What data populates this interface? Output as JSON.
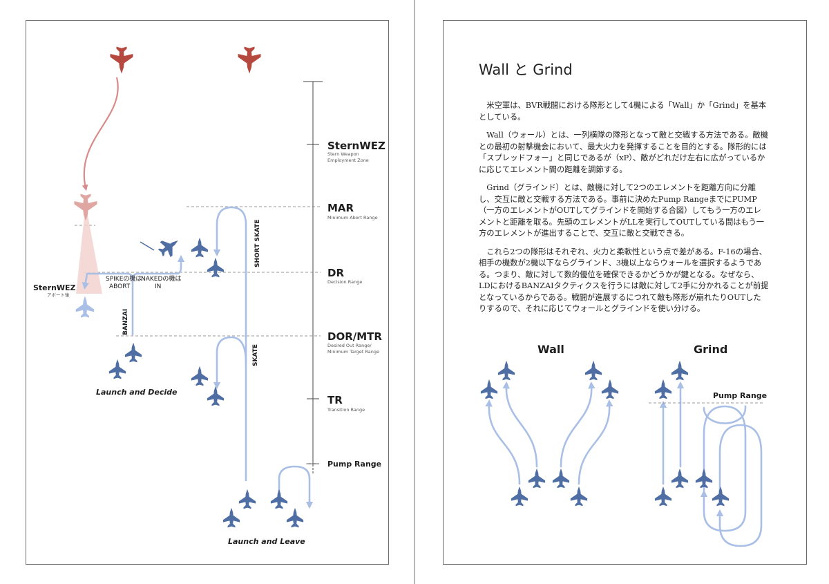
{
  "left_page": {
    "ranges": [
      {
        "name": "SternWEZ",
        "desc": "Stern Weapon\nEmployment Zone"
      },
      {
        "name": "MAR",
        "desc": "Minimum Abort Range"
      },
      {
        "name": "DR",
        "desc": "Decision Range"
      },
      {
        "name": "DOR/MTR",
        "desc": "Desired Out Range/\nMinimum Target Range"
      },
      {
        "name": "TR",
        "desc": "Transition Range"
      },
      {
        "name": "Pump Range",
        "desc": ""
      }
    ],
    "stern_wez_side": {
      "label": "SternWEZ",
      "sub": "アボート後"
    },
    "spike_label": "SPIKEの機は\nABORT",
    "naked_label": "NAKEDの機は\nIN",
    "banzai_label": "BANZAI",
    "short_skate_label": "SHORT SKATE",
    "skate_label": "SKATE",
    "launch_and_decide": "Launch and Decide",
    "launch_and_leave": "Launch and Leave"
  },
  "right_page": {
    "title": "Wall と Grind",
    "paragraphs": [
      "米空軍は、BVR戦闘における隊形として4機による「Wall」か「Grind」を基本としている。",
      "Wall（ウォール）とは、一列横隊の隊形となって敵と交戦する方法である。敵機との最初の射撃機会において、最大火力を発揮することを目的とする。隊形的には「スプレッドフォー」と同じであるが（xP）、敵がどれだけ左右に広がっているかに応じてエレメント間の距離を調節する。",
      "Grind（グラインド）とは、敵機に対して2つのエレメントを距離方向に分離し、交互に敵と交戦する方法である。事前に決めたPump RangeまでにPUMP（一方のエレメントがOUTしてグラインドを開始する合図）してもう一方のエレメントと距離を取る。先頭のエレメントがLLを実行してOUTしている間はもう一方のエレメントが進出することで、交互に敵と交戦できる。",
      "これら2つの隊形はそれぞれ、火力と柔軟性という点で差がある。F-16の場合、相手の機数が2機以下ならグラインド、3機以上ならウォールを選択するようである。つまり、敵に対して数的優位を確保できるかどうかが鍵となる。なぜなら、LDにおけるBANZAIタクティクスを行うには敵に対して2手に分かれることが前提となっているからである。戦闘が進展するにつれて敵も隊形が崩れたりOUTしたりするので、それに応じてウォールとグラインドを使い分ける。"
    ],
    "wall_label": "Wall",
    "grind_label": "Grind",
    "pump_range_label": "Pump Range"
  },
  "colors": {
    "enemy": "#b5483f",
    "enemy_faded": "#e0a6a2",
    "friendly": "#4f6ea3",
    "friendly_light": "#a9bfe6",
    "arrow_blue": "#a9bfe6",
    "arrow_red": "#d98a8a"
  }
}
